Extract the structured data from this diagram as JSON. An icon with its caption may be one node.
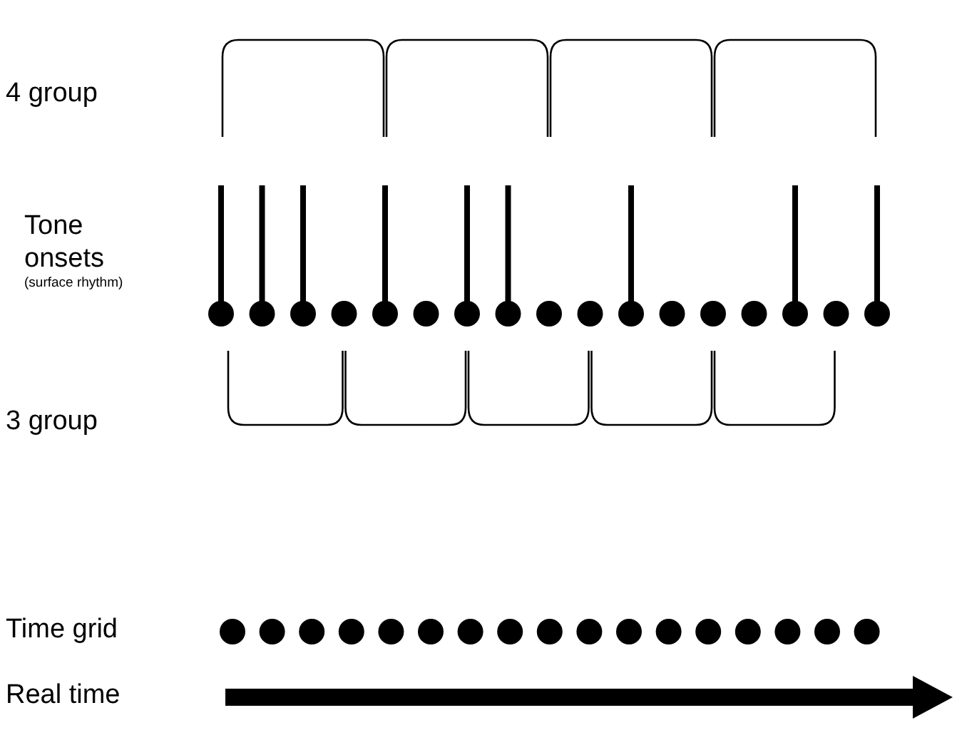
{
  "diagram": {
    "labels": [
      "4 group",
      "Tone onsets",
      "(surface rhythm)",
      "3 group",
      "Time grid",
      "Real time"
    ]
  }
}
